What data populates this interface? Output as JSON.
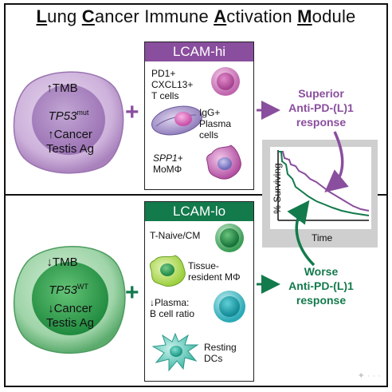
{
  "title": {
    "parts": [
      {
        "text": "L",
        "u": true
      },
      {
        "text": "ung ",
        "u": false
      },
      {
        "text": "C",
        "u": true
      },
      {
        "text": "ancer Immune ",
        "u": false
      },
      {
        "text": "A",
        "u": true
      },
      {
        "text": "ctivation ",
        "u": false
      },
      {
        "text": "M",
        "u": true
      },
      {
        "text": "odule",
        "u": false
      }
    ]
  },
  "hi": {
    "header": "LCAM-hi",
    "color": "#8a4e9e",
    "tumor": {
      "line1": "↑TMB",
      "gene": "TP53",
      "gene_sup": "mut",
      "line3": "↑Cancer",
      "line4": "Testis Ag"
    },
    "cells": [
      {
        "label": "PD1+\nCXCL13+\nT cells"
      },
      {
        "label": "IgG+\nPlasma\ncells"
      },
      {
        "label_italic": "SPP1",
        "label_rest": "+\nMoMΦ"
      }
    ],
    "response": {
      "line1": "Superior",
      "line2": "Anti-PD-(L)1",
      "line3": "response"
    }
  },
  "lo": {
    "header": "LCAM-lo",
    "color": "#137a4c",
    "tumor": {
      "line1": "↓TMB",
      "gene": "TP53",
      "gene_sup": "WT",
      "line3": "↓Cancer",
      "line4": "Testis Ag"
    },
    "cells": [
      {
        "label": "T-Naive/CM"
      },
      {
        "label": "Tissue-\nresident MΦ"
      },
      {
        "label": "↓Plasma:\nB cell ratio"
      },
      {
        "label": "Resting\nDCs"
      }
    ],
    "response": {
      "line1": "Worse",
      "line2": "Anti-PD-(L)1",
      "line3": "response"
    }
  },
  "km": {
    "ylabel": "% Surviving",
    "xlabel": "Time"
  },
  "watermark": "✦ · · ·"
}
